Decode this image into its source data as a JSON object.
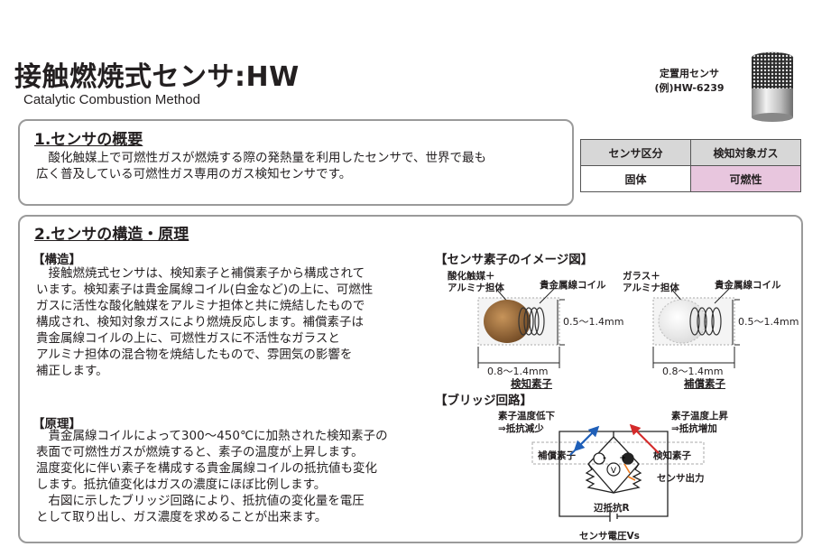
{
  "header": {
    "title": "接触燃焼式センサ:HW",
    "subtitle": "Catalytic Combustion Method",
    "fixed_sensor_label": "定置用センサ",
    "example_model": "(例)HW-6239"
  },
  "spec_table": {
    "col1_header": "センサ区分",
    "col2_header": "検知対象ガス",
    "col1_value": "固体",
    "col2_value": "可燃性",
    "header_bg": "#d7d7d7",
    "highlight_bg": "#e8c6de"
  },
  "section1": {
    "title": "1.センサの概要",
    "lines": [
      "　酸化触媒上で可燃性ガスが燃焼する際の発熱量を利用したセンサで、世界で最も",
      "広く普及している可燃性ガス専用のガス検知センサです。"
    ]
  },
  "section2": {
    "title": "2.センサの構造・原理",
    "structure_heading": "【構造】",
    "structure_lines": [
      "　接触燃焼式センサは、検知素子と補償素子から構成されて",
      "います。検知素子は貴金属線コイル(白金など)の上に、可燃性",
      "ガスに活性な酸化触媒をアルミナ担体と共に焼結したもので",
      "構成され、検知対象ガスにより燃焼反応します。補償素子は",
      "貴金属線コイルの上に、可燃性ガスに不活性なガラスと",
      "アルミナ担体の混合物を焼結したもので、雰囲気の影響を",
      "補正します。"
    ],
    "principle_heading": "【原理】",
    "principle_lines": [
      "　貴金属線コイルによって300～450℃に加熱された検知素子の",
      "表面で可燃性ガスが燃焼すると、素子の温度が上昇します。",
      "温度変化に伴い素子を構成する貴金属線コイルの抵抗値も変化",
      "します。抵抗値変化はガスの濃度にほぼ比例します。",
      "　右図に示したブリッジ回路により、抵抗値の変化量を電圧",
      "として取り出し、ガス濃度を求めることが出来ます。"
    ]
  },
  "image_diagram": {
    "heading": "【センサ素子のイメージ図】",
    "detect": {
      "label1": "酸化触媒＋",
      "label2": "アルミナ担体",
      "coil": "貴金属線コイル",
      "dim_h": "0.5～1.4mm",
      "dim_w": "0.8～1.4mm",
      "name": "検知素子"
    },
    "comp": {
      "label1": "ガラス＋",
      "label2": "アルミナ担体",
      "coil": "貴金属線コイル",
      "dim_h": "0.5～1.4mm",
      "dim_w": "0.8～1.4mm",
      "name": "補償素子"
    }
  },
  "bridge": {
    "heading": "【ブリッジ回路】",
    "left_note1": "素子温度低下",
    "left_note2": "⇒抵抗減少",
    "right_note1": "素子温度上昇",
    "right_note2": "⇒抵抗増加",
    "comp_label": "補償素子",
    "detect_label": "検知素子",
    "output_label": "センサ出力",
    "resistor_label": "辺抵抗R",
    "voltage_label": "センサ電圧Vs",
    "plus": "+",
    "minus": "-",
    "volt_symbol": "V",
    "left_arrow_color": "#1f5fb8",
    "right_arrow_color": "#d42a2a",
    "output_arrow_color": "#f07a1a"
  }
}
